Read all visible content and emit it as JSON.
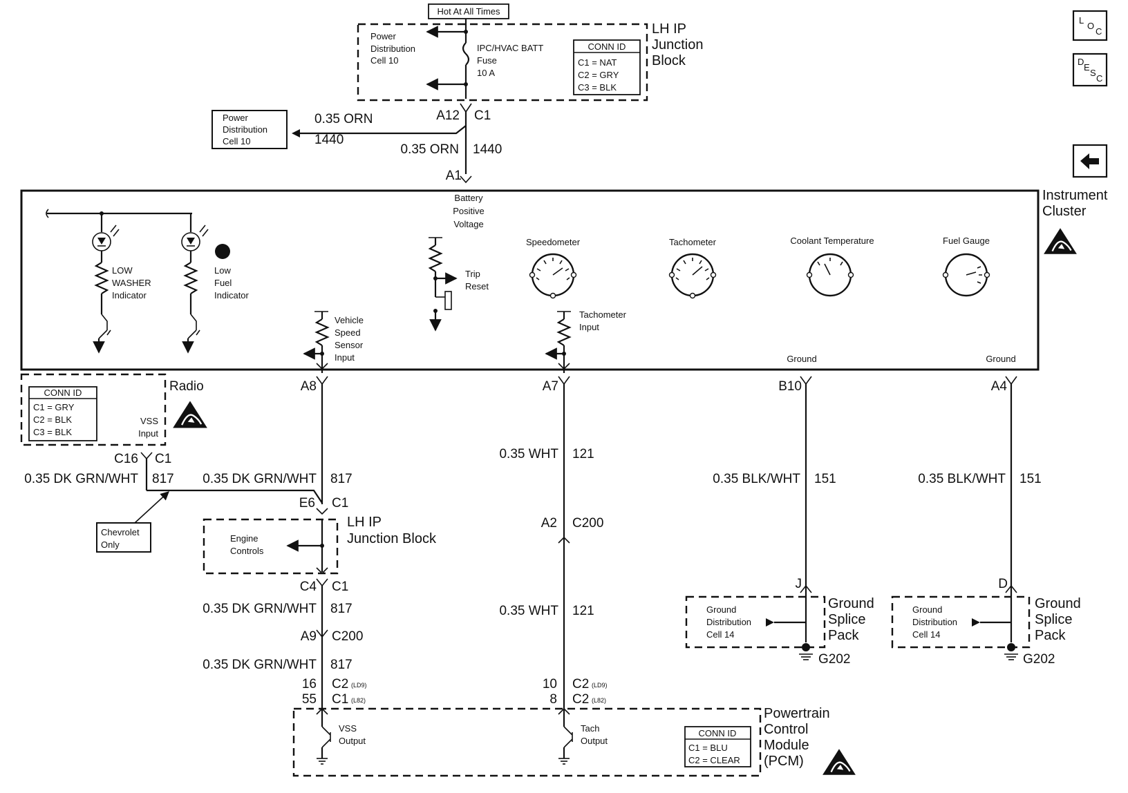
{
  "colors": {
    "line": "#111111",
    "background": "#ffffff"
  },
  "nav": {
    "loc_icon": "LOC",
    "desc_icon": "DESC",
    "back_icon": "back-arrow-icon"
  },
  "top": {
    "hot_at_all_times": "Hot At All Times",
    "lh_ip_block": {
      "line1": "LH IP",
      "line2": "Junction",
      "line3": "Block"
    },
    "power_dist_inside": {
      "line1": "Power",
      "line2": "Distribution",
      "line3": "Cell 10"
    },
    "fuse": {
      "line1": "IPC/HVAC BATT",
      "line2": "Fuse",
      "line3": "10 A"
    },
    "conn_id": {
      "title": "CONN ID",
      "c1": "C1 = NAT",
      "c2": "C2 = GRY",
      "c3": "C3 = BLK"
    },
    "power_dist_box": {
      "line1": "Power",
      "line2": "Distribution",
      "line3": "Cell 10"
    },
    "branch_wire": {
      "gauge": "0.35 ORN",
      "circuit": "1440"
    },
    "pin_a12": "A12",
    "conn_c1": "C1",
    "main_wire": {
      "gauge": "0.35 ORN",
      "circuit": "1440"
    },
    "pin_a1": "A1"
  },
  "cluster": {
    "title_line1": "Instrument",
    "title_line2": "Cluster",
    "battery": {
      "line1": "Battery",
      "line2": "Positive",
      "line3": "Voltage"
    },
    "low_washer": {
      "line1": "LOW",
      "line2": "WASHER",
      "line3": "Indicator"
    },
    "low_fuel": {
      "line1": "Low",
      "line2": "Fuel",
      "line3": "Indicator"
    },
    "trip_reset": {
      "line1": "Trip",
      "line2": "Reset"
    },
    "vss_input": {
      "line1": "Vehicle",
      "line2": "Speed",
      "line3": "Sensor",
      "line4": "Input"
    },
    "tach_input": {
      "line1": "Tachometer",
      "line2": "Input"
    },
    "gauges": {
      "speedometer": "Speedometer",
      "tachometer": "Tachometer",
      "coolant": "Coolant Temperature",
      "fuel": "Fuel Gauge"
    },
    "ground1": "Ground",
    "ground2": "Ground"
  },
  "radio": {
    "label": "Radio",
    "conn_id": {
      "title": "CONN ID",
      "c1": "C1 = GRY",
      "c2": "C2 = BLK",
      "c3": "C3 = BLK"
    },
    "vss": {
      "line1": "VSS",
      "line2": "Input"
    },
    "pin": "C16",
    "conn": "C1",
    "wire": {
      "gauge": "0.35 DK GRN/WHT",
      "circuit": "817"
    },
    "chevrolet": {
      "line1": "Chevrolet",
      "line2": "Only"
    }
  },
  "vss_path": {
    "pin_a8": "A8",
    "wire1": {
      "gauge": "0.35 DK GRN/WHT",
      "circuit": "817"
    },
    "pin_e6": "E6",
    "conn_e6": "C1",
    "lh_ip": {
      "line1": "LH IP",
      "line2": "Junction Block"
    },
    "engine_controls": {
      "line1": "Engine",
      "line2": "Controls"
    },
    "pin_c4": "C4",
    "conn_c4": "C1",
    "wire2": {
      "gauge": "0.35 DK GRN/WHT",
      "circuit": "817"
    },
    "pin_a9": "A9",
    "conn_a9": "C200",
    "wire3": {
      "gauge": "0.35 DK GRN/WHT",
      "circuit": "817"
    },
    "pcm_pin1": "16",
    "pcm_conn1": "C2",
    "pcm_opt1": "(LD9)",
    "pcm_pin2": "55",
    "pcm_conn2": "C1",
    "pcm_opt2": "(L82)",
    "output": {
      "line1": "VSS",
      "line2": "Output"
    }
  },
  "tach_path": {
    "pin_a7": "A7",
    "wire1": {
      "gauge": "0.35 WHT",
      "circuit": "121"
    },
    "pin_a2": "A2",
    "conn_a2": "C200",
    "wire2": {
      "gauge": "0.35 WHT",
      "circuit": "121"
    },
    "pcm_pin1": "10",
    "pcm_conn1": "C2",
    "pcm_opt1": "(LD9)",
    "pcm_pin2": "8",
    "pcm_conn2": "C2",
    "pcm_opt2": "(L82)",
    "output": {
      "line1": "Tach",
      "line2": "Output"
    }
  },
  "pcm": {
    "line1": "Powertrain",
    "line2": "Control",
    "line3": "Module",
    "line4": "(PCM)",
    "conn_id": {
      "title": "CONN ID",
      "c1": "C1 = BLU",
      "c2": "C2 = CLEAR"
    }
  },
  "ground_left": {
    "pin": "B10",
    "wire": {
      "gauge": "0.35 BLK/WHT",
      "circuit": "151"
    },
    "splice_pin": "J",
    "splice": {
      "line1": "Ground",
      "line2": "Splice",
      "line3": "Pack"
    },
    "dist": {
      "line1": "Ground",
      "line2": "Distribution",
      "line3": "Cell 14"
    },
    "ground_id": "G202"
  },
  "ground_right": {
    "pin": "A4",
    "wire": {
      "gauge": "0.35 BLK/WHT",
      "circuit": "151"
    },
    "splice_pin": "D",
    "splice": {
      "line1": "Ground",
      "line2": "Splice",
      "line3": "Pack"
    },
    "dist": {
      "line1": "Ground",
      "line2": "Distribution",
      "line3": "Cell 14"
    },
    "ground_id": "G202"
  }
}
